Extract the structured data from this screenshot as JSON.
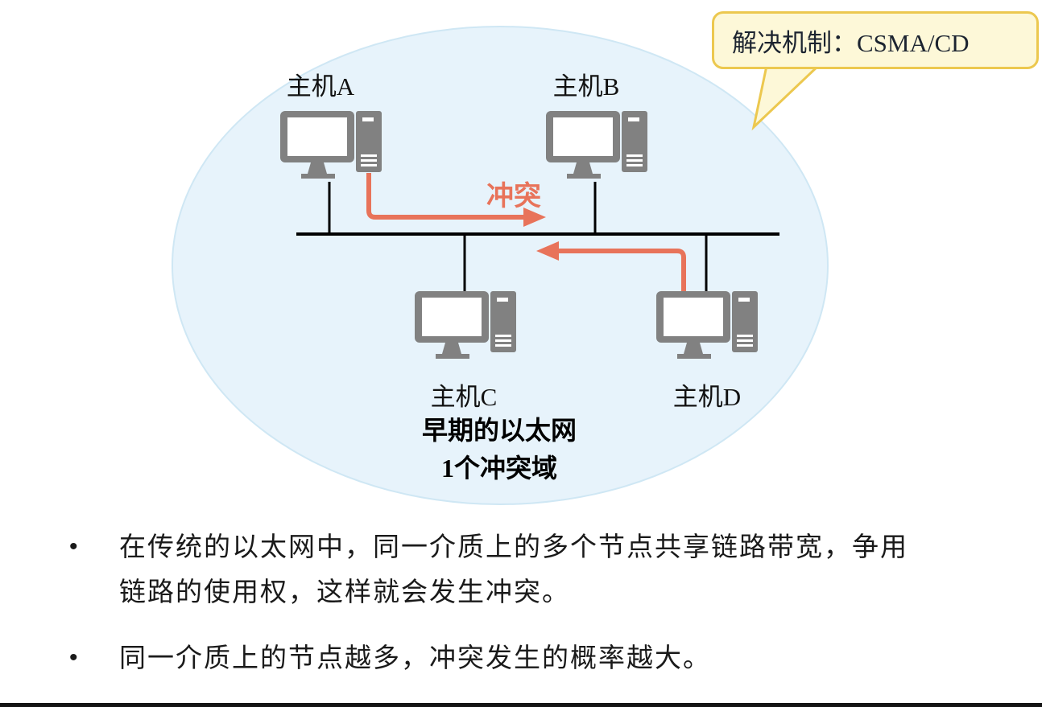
{
  "callout": {
    "text": "解决机制：CSMA/CD"
  },
  "diagram": {
    "collision_label": "冲突",
    "caption_line1": "早期的以太网",
    "caption_line2": "1个冲突域",
    "hosts": [
      {
        "label": "主机A"
      },
      {
        "label": "主机B"
      },
      {
        "label": "主机C"
      },
      {
        "label": "主机D"
      }
    ],
    "colors": {
      "ellipse_fill": "#e7f3fb",
      "ellipse_border": "#cfe7f4",
      "collision_arrow": "#e8735a",
      "bus_line": "#000000",
      "computer_gray": "#818181",
      "callout_fill": "#fdf8d8",
      "callout_border": "#ecc84f"
    }
  },
  "bullets": [
    "在传统的以太网中，同一介质上的多个节点共享链路带宽，争用链路的使用权，这样就会发生冲突。",
    "同一介质上的节点越多，冲突发生的概率越大。"
  ]
}
